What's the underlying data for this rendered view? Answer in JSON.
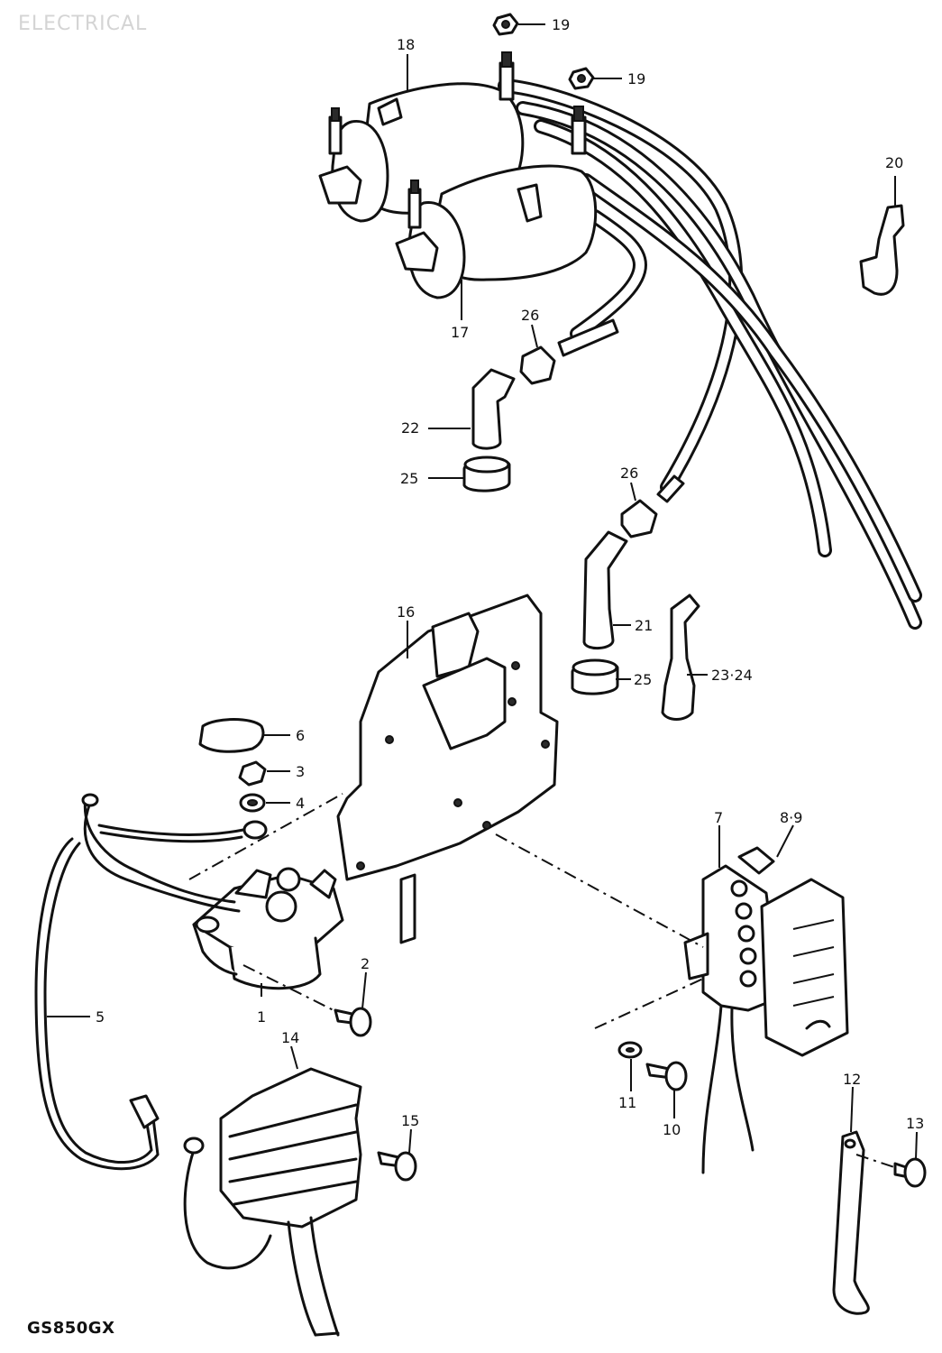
{
  "header": {
    "title": "ELECTRICAL"
  },
  "footer": {
    "model": "GS850GX"
  },
  "callouts": {
    "c1": "1",
    "c2": "2",
    "c3": "3",
    "c4": "4",
    "c5": "5",
    "c6": "6",
    "c7": "7",
    "c89": "8·9",
    "c10": "10",
    "c11": "11",
    "c12": "12",
    "c13": "13",
    "c14": "14",
    "c15": "15",
    "c16": "16",
    "c17": "17",
    "c18": "18",
    "c19a": "19",
    "c19b": "19",
    "c20": "20",
    "c21": "21",
    "c22": "22",
    "c2324": "23·24",
    "c25a": "25",
    "c25b": "25",
    "c26a": "26",
    "c26b": "26"
  }
}
